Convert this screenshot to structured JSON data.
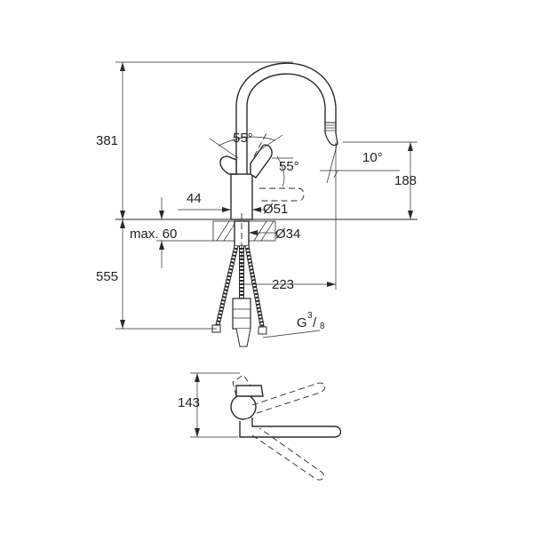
{
  "diagram": {
    "dimensions": {
      "height_total": "381",
      "spout_height": "188",
      "below_deck": "555",
      "max_thickness": "max. 60",
      "lever_offset": "44",
      "body_diameter": "Ø51",
      "hole_diameter": "Ø34",
      "reach": "223",
      "spray_angle": "10°",
      "lever_angle_a": "55°",
      "lever_angle_b": "55°",
      "plan_height": "143"
    },
    "connection": {
      "label": "G",
      "fraction_num": "3",
      "fraction_den": "8"
    },
    "colors": {
      "line": "#2a2a2a",
      "background": "#ffffff"
    }
  }
}
